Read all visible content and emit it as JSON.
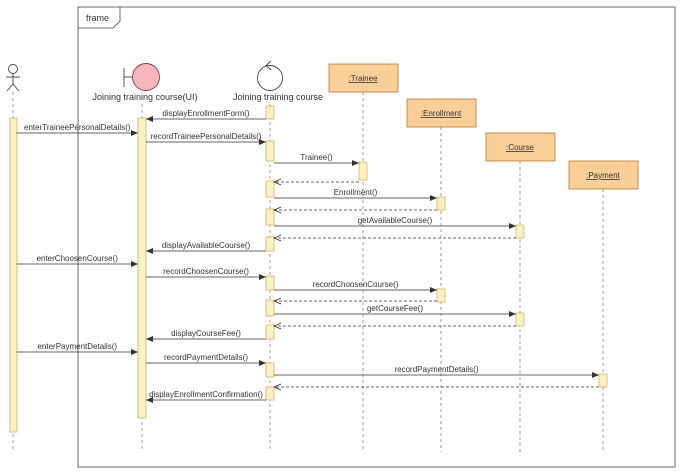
{
  "frame": {
    "label": "frame"
  },
  "colors": {
    "object_fill": "#fdcf98",
    "object_stroke": "#b07a3a",
    "activation_fill": "#fdf0c2",
    "activation_stroke": "#d9b26a",
    "boundary_fill": "#f7b6bd",
    "line": "#333333",
    "lifeline": "#888888"
  },
  "participants": {
    "boundary": {
      "label": "Joining training course(UI)",
      "icon": "boundary-icon"
    },
    "control": {
      "label": "Joining training course",
      "icon": "control-icon"
    },
    "trainee": {
      "label": ":Trainee"
    },
    "enrollment": {
      "label": ":Enrollment"
    },
    "course": {
      "label": ":Course"
    },
    "payment": {
      "label": ":Payment"
    }
  },
  "messages": [
    {
      "label": "displayEnrollmentForm()",
      "from": "control",
      "to": "boundary",
      "kind": "sync"
    },
    {
      "label": "enterTraineePersonalDetails()",
      "from": "actor",
      "to": "boundary",
      "kind": "sync"
    },
    {
      "label": "recordTraineePersonalDetails()",
      "from": "boundary",
      "to": "control",
      "kind": "sync"
    },
    {
      "label": "Trainee()",
      "from": "control",
      "to": "trainee",
      "kind": "sync"
    },
    {
      "label": "",
      "from": "trainee",
      "to": "control",
      "kind": "return"
    },
    {
      "label": "Enrollment()",
      "from": "control",
      "to": "enrollment",
      "kind": "sync"
    },
    {
      "label": "",
      "from": "enrollment",
      "to": "control",
      "kind": "return"
    },
    {
      "label": "getAvailableCourse()",
      "from": "control",
      "to": "course",
      "kind": "sync"
    },
    {
      "label": "",
      "from": "course",
      "to": "control",
      "kind": "return"
    },
    {
      "label": "displayAvailableCourse()",
      "from": "control",
      "to": "boundary",
      "kind": "sync"
    },
    {
      "label": "enterChoosenCourse()",
      "from": "actor",
      "to": "boundary",
      "kind": "sync"
    },
    {
      "label": "recordChoosenCourse()",
      "from": "boundary",
      "to": "control",
      "kind": "sync"
    },
    {
      "label": "recordChoosenCourse()",
      "from": "control",
      "to": "enrollment",
      "kind": "sync"
    },
    {
      "label": "",
      "from": "enrollment",
      "to": "control",
      "kind": "return"
    },
    {
      "label": "getCourseFee()",
      "from": "control",
      "to": "course",
      "kind": "sync"
    },
    {
      "label": "",
      "from": "course",
      "to": "control",
      "kind": "return"
    },
    {
      "label": "displayCourseFee()",
      "from": "control",
      "to": "boundary",
      "kind": "sync"
    },
    {
      "label": "enterPaymentDetails()",
      "from": "actor",
      "to": "boundary",
      "kind": "sync"
    },
    {
      "label": "recordPaymentDetails()",
      "from": "boundary",
      "to": "control",
      "kind": "sync"
    },
    {
      "label": "recordPaymentDetails()",
      "from": "control",
      "to": "payment",
      "kind": "sync"
    },
    {
      "label": "",
      "from": "payment",
      "to": "control",
      "kind": "return"
    },
    {
      "label": "displayEnrollmentConfirmation()",
      "from": "control",
      "to": "boundary",
      "kind": "sync"
    }
  ]
}
